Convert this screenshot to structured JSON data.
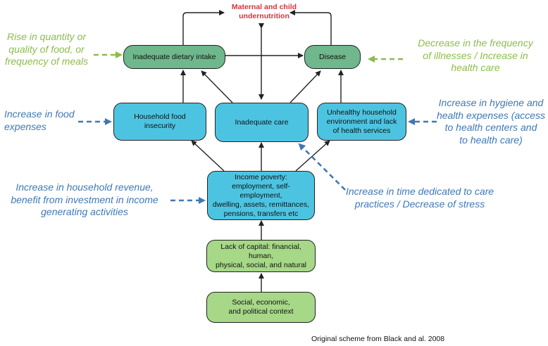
{
  "outcome_title": "Maternal and child\nundernutrition",
  "boxes": {
    "dietary_intake": "Inadequate dietary intake",
    "disease": "Disease",
    "food_insecurity": "Household food\ninsecurity",
    "inadequate_care": "Inadequate care",
    "unhealthy_environment": "Unhealthy household\nenvironment and lack\nof health services",
    "income_poverty": "Income poverty:\nemployment, self-employment,\ndwelling, assets, remittances,\npensions, transfers etc",
    "lack_of_capital": "Lack of capital: financial, human,\nphysical, social, and natural",
    "context": "Social, economic,\nand political context"
  },
  "interventions": {
    "food_quantity": "Rise in quantity or\nquality of food, or\nfrequency of meals",
    "illness_frequency": "Decrease in the frequency\nof illnesses / Increase in\nhealth care",
    "food_expenses": "Increase in food\nexpenses",
    "hygiene_health": "Increase in hygiene and\nhealth expenses (access\nto health centers and\nto health care)",
    "household_revenue": "Increase in household revenue,\nbenefit from investment in income\ngenerating activities",
    "care_time": "Increase in time dedicated to care\npractices / Decrease of stress"
  },
  "caption": "Original scheme from Black and al. 2008",
  "colors": {
    "outcome_red": "#d4353b",
    "dark_green_box": "#6fb78c",
    "cyan_box": "#4cc4e1",
    "light_green_box": "#a6d887",
    "green_note": "#8dbc4b",
    "blue_note": "#3f78b5"
  }
}
